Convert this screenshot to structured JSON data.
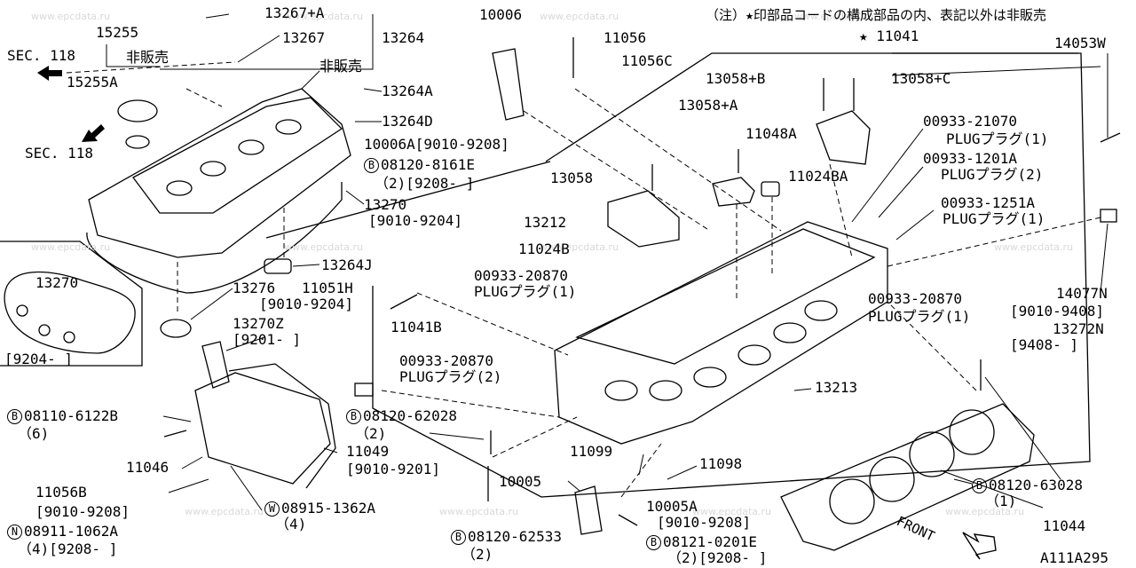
{
  "note": "（注）★印部品コードの構成部品の内、表記以外は非販売",
  "diagram_code": "A111A295",
  "front_label": "FRONT",
  "watermark": "www.epcdata.ru",
  "colors": {
    "ink": "#000000",
    "paper": "#ffffff",
    "watermark": "#d9d9d9"
  },
  "labels": {
    "l10006": "10006",
    "l11056": "11056",
    "l11056C": "11056C",
    "l13267A": "13267+A",
    "l15255": "15255",
    "l13267": "13267",
    "l13264": "13264",
    "sec118a": "SEC. 118",
    "hihanbai1": "非販売",
    "hihanbai2": "非販売",
    "l15255A": "15255A",
    "sec118b": "SEC. 118",
    "l13264A": "13264A",
    "l13264D": "13264D",
    "l10006A": "10006A[9010-9208]",
    "b81208161E": "08120-8161E",
    "b81208161E_q": "（2)[9208-      ]",
    "l13270": "13270",
    "l13270_d": "[9010-9204]",
    "l13264J": "13264J",
    "inset13270": "13270",
    "inset_date": "[9204-     ]",
    "l13276": "13276",
    "l11051H": "11051H",
    "l11051H_d": "[9010-9204]",
    "l13270Z": "13270Z",
    "l13270Z_d": "[9201-     ]",
    "l11041B": "11041B",
    "b81106122B": "08110-6122B",
    "b81106122B_q": "（6)",
    "l11046": "11046",
    "l11049": "11049",
    "l11049_d": "[9010-9201]",
    "b812062028": "08120-62028",
    "b812062028_q": "（2)",
    "l11056B": "11056B",
    "l11056B_d": "[9010-9208]",
    "w089151362A": "08915-1362A",
    "w089151362A_q": "（4)",
    "n089111062A": "08911-1062A",
    "n089111062A_q": "（4)[9208-     ]",
    "p2087_a": "00933-20870",
    "p2087_a_t": "PLUGプラグ(2)",
    "l10005": "10005",
    "l10005A": "10005A",
    "l10005A_d": "[9010-9208]",
    "b812062533": "08120-62533",
    "b812062533_q": "（2)",
    "b81210201E": "08121-0201E",
    "b81210201E_q": "（2)[9208-     ]",
    "l11099": "11099",
    "l11098": "11098",
    "l13213": "13213",
    "star11041": "★ 11041",
    "l13058B": "13058+B",
    "l13058C": "13058+C",
    "l13058A": "13058+A",
    "l11048A": "11048A",
    "l13058": "13058",
    "l13212": "13212",
    "l11024B": "11024B",
    "l11024BA": "11024BA",
    "p2087_b": "00933-20870",
    "p2087_b_t": "PLUGプラグ(1)",
    "p21070": "00933-21070",
    "p21070_t": "PLUGプラグ(1)",
    "p1201A": "00933-1201A",
    "p1201A_t": "PLUGプラグ(2)",
    "p1251A": "00933-1251A",
    "p1251A_t": "PLUGプラグ(1)",
    "p2087_c": "00933-20870",
    "p2087_c_t": "PLUGプラグ(1)",
    "l14053W": "14053W",
    "l14077N": "14077N",
    "l14077N_d": "[9010-9408]",
    "l13272N": "13272N",
    "l13272N_d": "[9408-     ]",
    "b812063028": "08120-63028",
    "b812063028_q": "（1)",
    "l11044": "11044"
  },
  "prefix": {
    "B": "B",
    "W": "W",
    "N": "N"
  }
}
